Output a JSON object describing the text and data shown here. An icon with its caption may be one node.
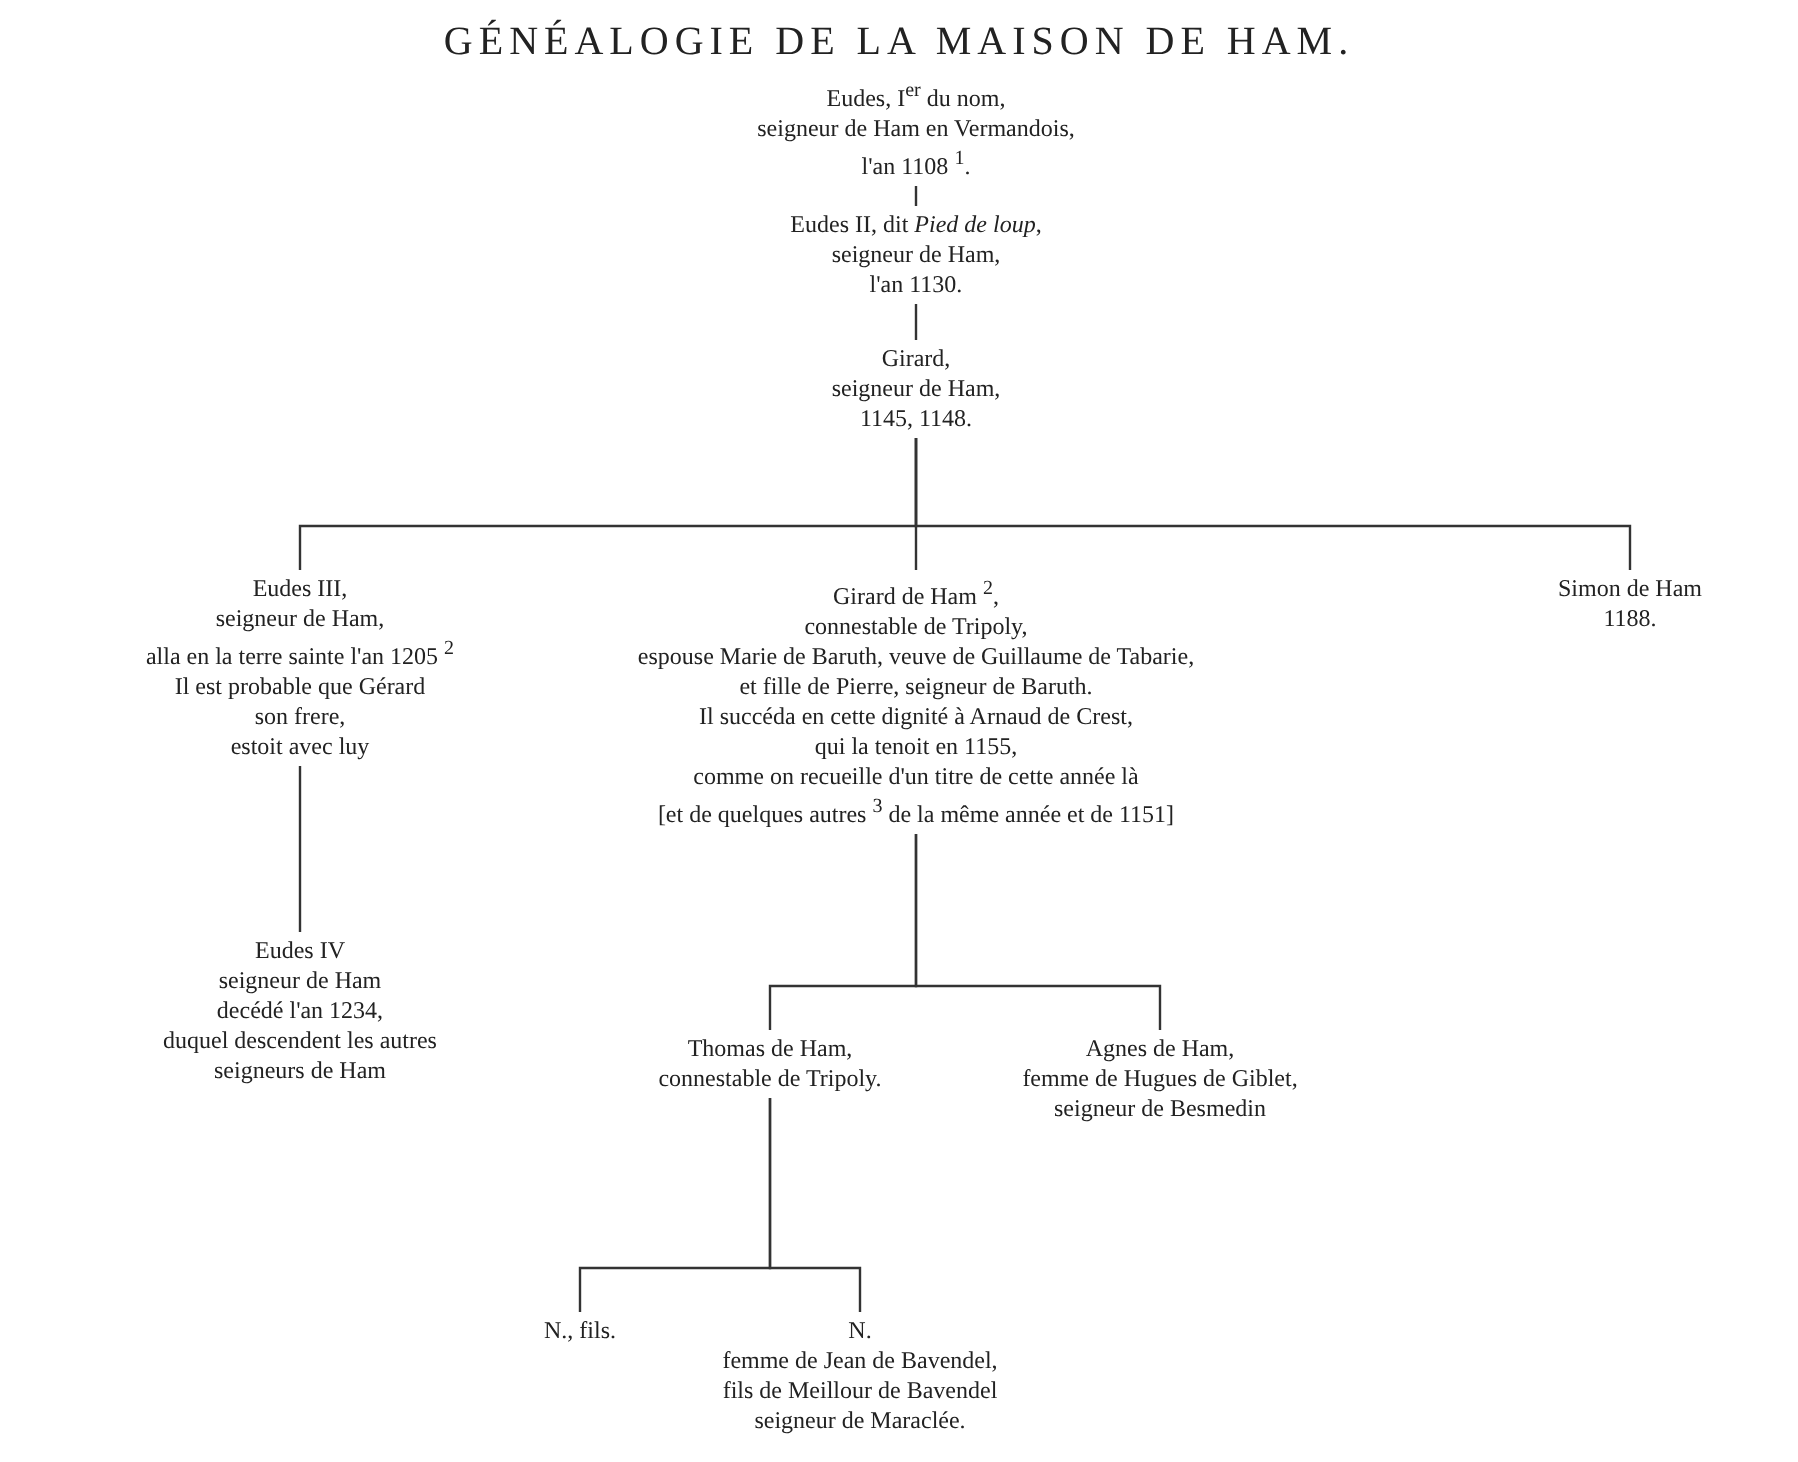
{
  "diagram": {
    "title": "GÉNÉALOGIE DE LA MAISON DE HAM.",
    "nodes": [
      {
        "text": [
          "Eudes, I$^{er}$ du nom,",
          "seigneur de Ham en Vermandois,",
          "l'an 1108 $^{1}$."
        ]
      },
      {
        "text": [
          "Eudes II, dit *Pied de loup*,",
          "seigneur de Ham,",
          "l'an 1130."
        ]
      },
      {
        "text": [
          "Girard,",
          "seigneur de Ham,",
          "1145, 1148."
        ]
      },
      {
        "text": [
          "Eudes III,",
          "seigneur de Ham,",
          "alla en la terre sainte l'an 1205 $^{2}$",
          "Il est probable que Gérard",
          "son frere,",
          "estoit avec luy"
        ]
      },
      {
        "text": [
          "Girard de Ham $^{2}$,",
          "connestable de Tripoly,",
          "espouse Marie de Baruth, veuve de Guillaume de Tabarie,",
          "et fille de Pierre, seigneur de Baruth.",
          "Il succéda en cette dignité à Arnaud de Crest,",
          "qui la tenoit en 1155,",
          "comme on recueille d'un titre de cette année là",
          "[et de quelques autres $^{3}$ de la même année et de 1151]"
        ]
      },
      {
        "text": [
          "Simon de Ham",
          "1188."
        ]
      },
      {
        "text": [
          "Eudes IV",
          "seigneur de Ham",
          "decédé l'an 1234,",
          "duquel descendent les autres",
          "seigneurs de Ham"
        ]
      },
      {
        "text": [
          "Thomas de Ham,",
          "connestable de Tripoly."
        ]
      },
      {
        "text": [
          "Agnes de Ham,",
          "femme de Hugues de Giblet,",
          "seigneur de Besmedin"
        ]
      },
      {
        "text": [
          "N., fils."
        ]
      },
      {
        "text": [
          "N.",
          "femme de Jean de Bavendel,",
          "fils de Meillour de Bavendel",
          "seigneur de Maraclée."
        ]
      }
    ],
    "edges": [
      {
        "from": 0,
        "to": 1,
        "arrow": "none"
      },
      {
        "from": 1,
        "to": 2,
        "arrow": "none"
      },
      {
        "from": 2,
        "to": 3,
        "arrow": "none"
      },
      {
        "from": 2,
        "to": 4,
        "arrow": "none"
      },
      {
        "from": 2,
        "to": 5,
        "arrow": "none"
      },
      {
        "from": 3,
        "to": 6,
        "arrow": "none"
      },
      {
        "from": 4,
        "to": 7,
        "arrow": "none"
      },
      {
        "from": 4,
        "to": 8,
        "arrow": "none"
      },
      {
        "from": 7,
        "to": 9,
        "arrow": "none"
      },
      {
        "from": 7,
        "to": 10,
        "arrow": "none"
      }
    ]
  }
}
